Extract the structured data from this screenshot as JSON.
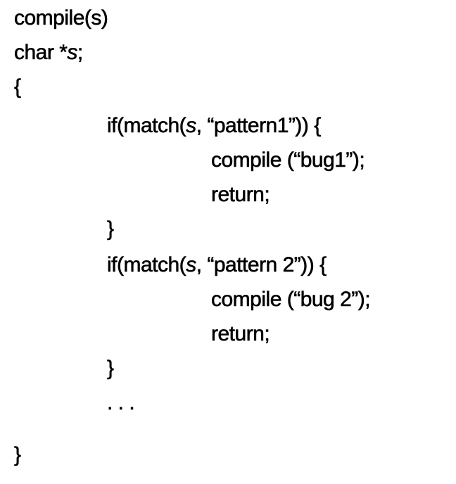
{
  "code_lines": [
    {
      "indent": 0,
      "segments": [
        {
          "text": "compile(s)",
          "italic": false
        }
      ]
    },
    {
      "indent": 0,
      "segments": [
        {
          "text": "char *",
          "italic": false
        },
        {
          "text": "s",
          "italic": true
        },
        {
          "text": ";",
          "italic": false
        }
      ]
    },
    {
      "indent": 0,
      "segments": [
        {
          "text": "{",
          "italic": false
        }
      ]
    },
    {
      "indent": 1,
      "segments": [
        {
          "text": "if(match(",
          "italic": false
        },
        {
          "text": "s",
          "italic": true
        },
        {
          "text": ", “pattern1”)) {",
          "italic": false
        }
      ]
    },
    {
      "indent": 2,
      "segments": [
        {
          "text": "compile (“bug1”);",
          "italic": false
        }
      ]
    },
    {
      "indent": 2,
      "segments": [
        {
          "text": "return;",
          "italic": false
        }
      ]
    },
    {
      "indent": 1,
      "segments": [
        {
          "text": "}",
          "italic": false
        }
      ]
    },
    {
      "indent": 1,
      "segments": [
        {
          "text": "if(match(",
          "italic": false
        },
        {
          "text": "s",
          "italic": true
        },
        {
          "text": ", “pattern 2”)) {",
          "italic": false
        }
      ]
    },
    {
      "indent": 2,
      "segments": [
        {
          "text": "compile (“bug 2”);",
          "italic": false
        }
      ]
    },
    {
      "indent": 2,
      "segments": [
        {
          "text": "return;",
          "italic": false
        }
      ]
    },
    {
      "indent": 1,
      "segments": [
        {
          "text": "}",
          "italic": false
        }
      ]
    },
    {
      "indent": 1,
      "segments": [
        {
          "text": ". . .",
          "italic": false
        }
      ]
    },
    {
      "indent": 0,
      "segments": [
        {
          "text": "}",
          "italic": false
        }
      ]
    }
  ]
}
